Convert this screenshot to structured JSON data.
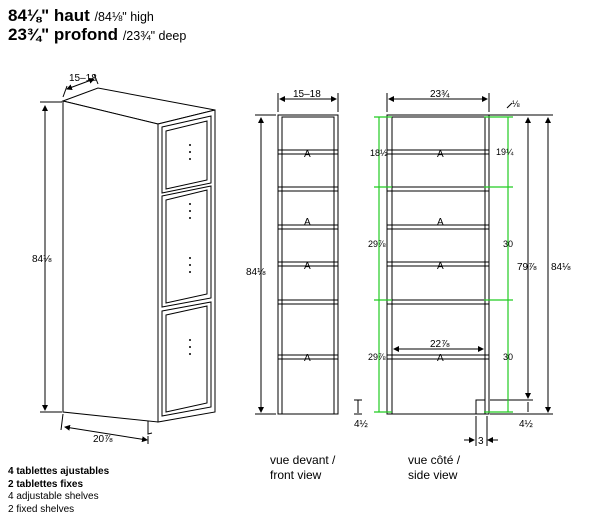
{
  "header": {
    "height_fr": "84⅛\" haut",
    "height_en": "/84⅛\" high",
    "depth_fr": "23¾\" profond",
    "depth_en": "/23¾\" deep"
  },
  "iso_view": {
    "width_top": "15–18",
    "height": "84⅛",
    "depth_bottom": "20⅞"
  },
  "front_view": {
    "width_top": "15–18",
    "height": "84⅛",
    "base": "4½",
    "label_line1": "vue devant /",
    "label_line2": "front view"
  },
  "side_view": {
    "depth_top": "23¾",
    "offset_top": "⅛",
    "shelf_gap_left": [
      "18½",
      "29⅞",
      "29⅞"
    ],
    "shelf_gap_right": [
      "19¼",
      "30",
      "30"
    ],
    "inner_height": "79⅞",
    "height": "84⅛",
    "inner_depth": "22⅞",
    "base": "4½",
    "toe_kick": "3",
    "label_line1": "vue côté /",
    "label_line2": "side view"
  },
  "notes": {
    "line1": "4 tablettes ajustables",
    "line2": "2 tablettes fixes",
    "line3": "4 adjustable shelves",
    "line4": "2 fixed shelves"
  },
  "colors": {
    "line": "#000000",
    "accent": "#22cc22",
    "panel": "#ffffff"
  }
}
